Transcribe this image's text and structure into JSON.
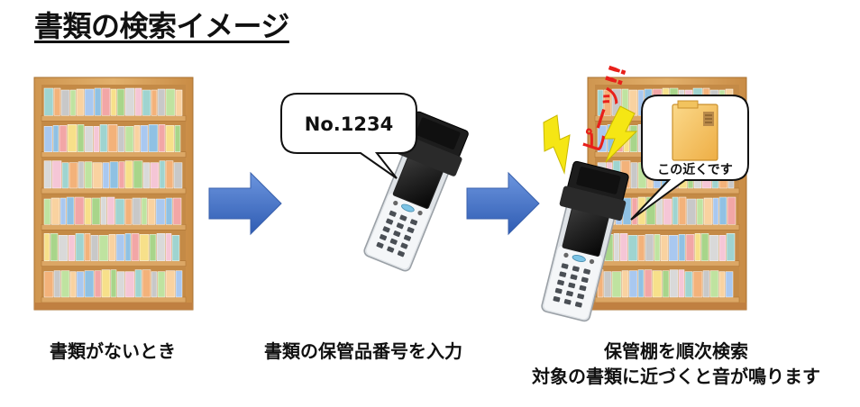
{
  "title": "書類の検索イメージ",
  "steps": [
    {
      "caption": "書類がないとき"
    },
    {
      "caption": "書類の保管品番号を入力",
      "bubble": "No.1234"
    },
    {
      "caption_line1": "保管棚を順次検索",
      "caption_line2": "対象の書類に近づくと音が鳴ります",
      "bubble": "この近くです",
      "beep": "ピーッ!!"
    }
  ],
  "colors": {
    "shelf_wood": "#d9a35f",
    "shelf_dark": "#b77d3a",
    "arrow": "#3f6fc4",
    "lightning": "#f5e614",
    "beep": "#e8201a",
    "folder": "#f6c769"
  }
}
